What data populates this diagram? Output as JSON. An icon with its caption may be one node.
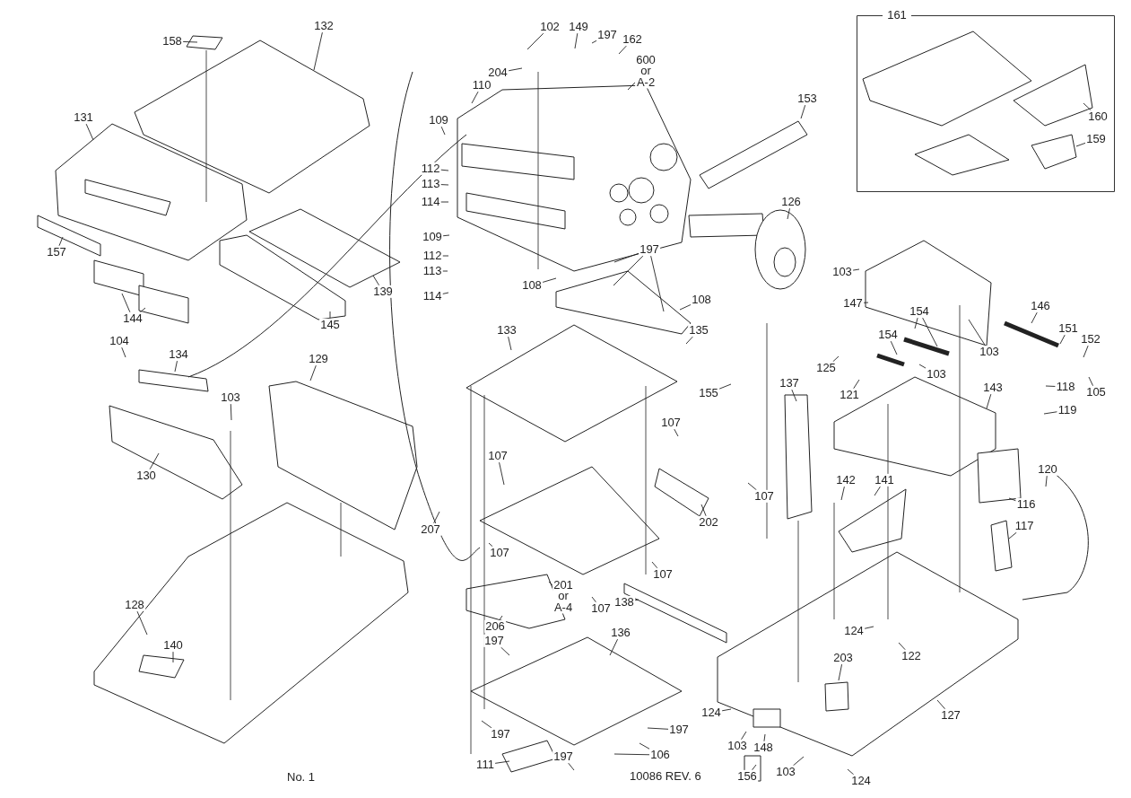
{
  "diagram": {
    "nodes": [
      {
        "text": [
          "158"
        ]
      },
      {
        "text": [
          "132"
        ]
      },
      {
        "text": [
          "131"
        ]
      },
      {
        "text": [
          "157"
        ]
      },
      {
        "text": [
          "144"
        ]
      },
      {
        "text": [
          "139"
        ]
      },
      {
        "text": [
          "145"
        ]
      },
      {
        "text": [
          "104"
        ]
      },
      {
        "text": [
          "134"
        ]
      },
      {
        "text": [
          "103"
        ]
      },
      {
        "text": [
          "130"
        ]
      },
      {
        "text": [
          "129"
        ]
      },
      {
        "text": [
          "128"
        ]
      },
      {
        "text": [
          "140"
        ]
      },
      {
        "text": [
          "102"
        ]
      },
      {
        "text": [
          "149"
        ]
      },
      {
        "text": [
          "197"
        ]
      },
      {
        "text": [
          "162"
        ]
      },
      {
        "text": [
          "600 or A-2"
        ]
      },
      {
        "text": [
          "204"
        ]
      },
      {
        "text": [
          "110"
        ]
      },
      {
        "text": [
          "109"
        ]
      },
      {
        "text": [
          "112"
        ]
      },
      {
        "text": [
          "113"
        ]
      },
      {
        "text": [
          "114"
        ]
      },
      {
        "text": [
          "109"
        ]
      },
      {
        "text": [
          "112"
        ]
      },
      {
        "text": [
          "113"
        ]
      },
      {
        "text": [
          "114"
        ]
      },
      {
        "text": [
          "108"
        ]
      },
      {
        "text": [
          "197"
        ]
      },
      {
        "text": [
          "108"
        ]
      },
      {
        "text": [
          "133"
        ]
      },
      {
        "text": [
          "135"
        ]
      },
      {
        "text": [
          "153"
        ]
      },
      {
        "text": [
          "126"
        ]
      },
      {
        "text": [
          "161"
        ]
      },
      {
        "text": [
          "160"
        ],
        "in": 36
      },
      {
        "text": [
          "159"
        ],
        "in": 36
      },
      {
        "text": [
          "103"
        ]
      },
      {
        "text": [
          "147"
        ]
      },
      {
        "text": [
          "154"
        ]
      },
      {
        "text": [
          "154"
        ]
      },
      {
        "text": [
          "146"
        ]
      },
      {
        "text": [
          "151"
        ]
      },
      {
        "text": [
          "152"
        ]
      },
      {
        "text": [
          "103"
        ]
      },
      {
        "text": [
          "125"
        ]
      },
      {
        "text": [
          "121"
        ]
      },
      {
        "text": [
          "103"
        ]
      },
      {
        "text": [
          "105"
        ]
      },
      {
        "text": [
          "155"
        ]
      },
      {
        "text": [
          "137"
        ]
      },
      {
        "text": [
          "143"
        ]
      },
      {
        "text": [
          "118"
        ]
      },
      {
        "text": [
          "119"
        ]
      },
      {
        "text": [
          "107"
        ]
      },
      {
        "text": [
          "107"
        ]
      },
      {
        "text": [
          "107"
        ]
      },
      {
        "text": [
          "202"
        ]
      },
      {
        "text": [
          "142"
        ]
      },
      {
        "text": [
          "141"
        ]
      },
      {
        "text": [
          "120"
        ]
      },
      {
        "text": [
          "116"
        ]
      },
      {
        "text": [
          "117"
        ]
      },
      {
        "text": [
          "207"
        ]
      },
      {
        "text": [
          "107"
        ]
      },
      {
        "text": [
          "107"
        ]
      },
      {
        "text": [
          "201 or A-4"
        ]
      },
      {
        "text": [
          "107"
        ]
      },
      {
        "text": [
          "138"
        ]
      },
      {
        "text": [
          "206"
        ]
      },
      {
        "text": [
          "197"
        ]
      },
      {
        "text": [
          "136"
        ]
      },
      {
        "text": [
          "124"
        ]
      },
      {
        "text": [
          "122"
        ]
      },
      {
        "text": [
          "203"
        ]
      },
      {
        "text": [
          "127"
        ]
      },
      {
        "text": [
          "197"
        ]
      },
      {
        "text": [
          "197"
        ]
      },
      {
        "text": [
          "106"
        ]
      },
      {
        "text": [
          "124"
        ]
      },
      {
        "text": [
          "103"
        ]
      },
      {
        "text": [
          "148"
        ]
      },
      {
        "text": [
          "111"
        ]
      },
      {
        "text": [
          "197"
        ]
      },
      {
        "text": [
          "103"
        ]
      },
      {
        "text": [
          "156"
        ]
      },
      {
        "text": [
          "124"
        ]
      }
    ],
    "edges": [
      {
        "from": 0,
        "to": null,
        "arrow": "none"
      },
      {
        "from": 1,
        "to": null,
        "arrow": "none"
      },
      {
        "from": 2,
        "to": null,
        "arrow": "none"
      },
      {
        "from": 3,
        "to": null,
        "arrow": "none"
      },
      {
        "from": 4,
        "to": null,
        "arrow": "none"
      },
      {
        "from": 4,
        "to": null,
        "arrow": "none"
      },
      {
        "from": 5,
        "to": null,
        "arrow": "none"
      },
      {
        "from": 6,
        "to": null,
        "arrow": "none"
      },
      {
        "from": 7,
        "to": null,
        "arrow": "none"
      },
      {
        "from": 8,
        "to": null,
        "arrow": "none"
      },
      {
        "from": 9,
        "to": null,
        "arrow": "none"
      },
      {
        "from": 10,
        "to": null,
        "arrow": "none"
      },
      {
        "from": 11,
        "to": null,
        "arrow": "none"
      },
      {
        "from": 12,
        "to": null,
        "arrow": "none"
      },
      {
        "from": 13,
        "to": null,
        "arrow": "none"
      },
      {
        "from": 14,
        "to": null,
        "arrow": "none"
      },
      {
        "from": 15,
        "to": null,
        "arrow": "none"
      },
      {
        "from": 16,
        "to": null,
        "arrow": "none"
      },
      {
        "from": 17,
        "to": null,
        "arrow": "none"
      },
      {
        "from": 18,
        "to": null,
        "arrow": "none"
      },
      {
        "from": 19,
        "to": null,
        "arrow": "none"
      },
      {
        "from": 20,
        "to": null,
        "arrow": "none"
      },
      {
        "from": 21,
        "to": null,
        "arrow": "none"
      },
      {
        "from": 22,
        "to": null,
        "arrow": "none"
      },
      {
        "from": 23,
        "to": null,
        "arrow": "none"
      },
      {
        "from": 24,
        "to": null,
        "arrow": "none"
      },
      {
        "from": 25,
        "to": null,
        "arrow": "none"
      },
      {
        "from": 26,
        "to": null,
        "arrow": "none"
      },
      {
        "from": 27,
        "to": null,
        "arrow": "none"
      },
      {
        "from": 28,
        "to": null,
        "arrow": "none"
      },
      {
        "from": 29,
        "to": null,
        "arrow": "none"
      },
      {
        "from": 30,
        "to": null,
        "arrow": "none"
      },
      {
        "from": 30,
        "to": null,
        "arrow": "none"
      },
      {
        "from": 30,
        "to": null,
        "arrow": "none"
      },
      {
        "from": 31,
        "to": null,
        "arrow": "none"
      },
      {
        "from": 32,
        "to": null,
        "arrow": "none"
      },
      {
        "from": 33,
        "to": null,
        "arrow": "none"
      },
      {
        "from": 34,
        "to": null,
        "arrow": "none"
      },
      {
        "from": 35,
        "to": null,
        "arrow": "none"
      },
      {
        "from": 37,
        "to": null,
        "arrow": "none"
      },
      {
        "from": 38,
        "to": null,
        "arrow": "none"
      },
      {
        "from": 39,
        "to": null,
        "arrow": "none"
      },
      {
        "from": 40,
        "to": null,
        "arrow": "none"
      },
      {
        "from": 41,
        "to": null,
        "arrow": "none"
      },
      {
        "from": 41,
        "to": null,
        "arrow": "none"
      },
      {
        "from": 42,
        "to": null,
        "arrow": "none"
      },
      {
        "from": 43,
        "to": null,
        "arrow": "none"
      },
      {
        "from": 44,
        "to": null,
        "arrow": "none"
      },
      {
        "from": 45,
        "to": null,
        "arrow": "none"
      },
      {
        "from": 46,
        "to": null,
        "arrow": "none"
      },
      {
        "from": 47,
        "to": null,
        "arrow": "none"
      },
      {
        "from": 48,
        "to": null,
        "arrow": "none"
      },
      {
        "from": 49,
        "to": null,
        "arrow": "none"
      },
      {
        "from": 50,
        "to": null,
        "arrow": "none"
      },
      {
        "from": 51,
        "to": null,
        "arrow": "none"
      },
      {
        "from": 52,
        "to": null,
        "arrow": "none"
      },
      {
        "from": 53,
        "to": null,
        "arrow": "none"
      },
      {
        "from": 54,
        "to": null,
        "arrow": "none"
      },
      {
        "from": 55,
        "to": null,
        "arrow": "none"
      },
      {
        "from": 56,
        "to": null,
        "arrow": "none"
      },
      {
        "from": 57,
        "to": null,
        "arrow": "none"
      },
      {
        "from": 58,
        "to": null,
        "arrow": "none"
      },
      {
        "from": 59,
        "to": null,
        "arrow": "none"
      },
      {
        "from": 60,
        "to": null,
        "arrow": "none"
      },
      {
        "from": 61,
        "to": null,
        "arrow": "none"
      },
      {
        "from": 62,
        "to": null,
        "arrow": "none"
      },
      {
        "from": 63,
        "to": null,
        "arrow": "none"
      },
      {
        "from": 64,
        "to": null,
        "arrow": "none"
      },
      {
        "from": 65,
        "to": null,
        "arrow": "none"
      },
      {
        "from": 66,
        "to": null,
        "arrow": "none"
      },
      {
        "from": 67,
        "to": null,
        "arrow": "none"
      },
      {
        "from": 68,
        "to": null,
        "arrow": "none"
      },
      {
        "from": 69,
        "to": null,
        "arrow": "none"
      },
      {
        "from": 70,
        "to": null,
        "arrow": "none"
      },
      {
        "from": 71,
        "to": null,
        "arrow": "none"
      },
      {
        "from": 72,
        "to": null,
        "arrow": "none"
      },
      {
        "from": 73,
        "to": null,
        "arrow": "none"
      },
      {
        "from": 74,
        "to": null,
        "arrow": "none"
      },
      {
        "from": 75,
        "to": null,
        "arrow": "none"
      },
      {
        "from": 76,
        "to": null,
        "arrow": "none"
      },
      {
        "from": 77,
        "to": null,
        "arrow": "none"
      },
      {
        "from": 78,
        "to": null,
        "arrow": "none"
      },
      {
        "from": 79,
        "to": null,
        "arrow": "none"
      },
      {
        "from": 80,
        "to": null,
        "arrow": "none"
      },
      {
        "from": 80,
        "to": null,
        "arrow": "none"
      },
      {
        "from": 81,
        "to": null,
        "arrow": "none"
      },
      {
        "from": 82,
        "to": null,
        "arrow": "none"
      },
      {
        "from": 83,
        "to": null,
        "arrow": "none"
      },
      {
        "from": 84,
        "to": null,
        "arrow": "none"
      },
      {
        "from": 85,
        "to": null,
        "arrow": "none"
      },
      {
        "from": 86,
        "to": null,
        "arrow": "none"
      },
      {
        "from": 87,
        "to": null,
        "arrow": "none"
      },
      {
        "from": 88,
        "to": null,
        "arrow": "none"
      }
    ],
    "labels": [
      "No. 1",
      "10086 REV. 6"
    ]
  }
}
